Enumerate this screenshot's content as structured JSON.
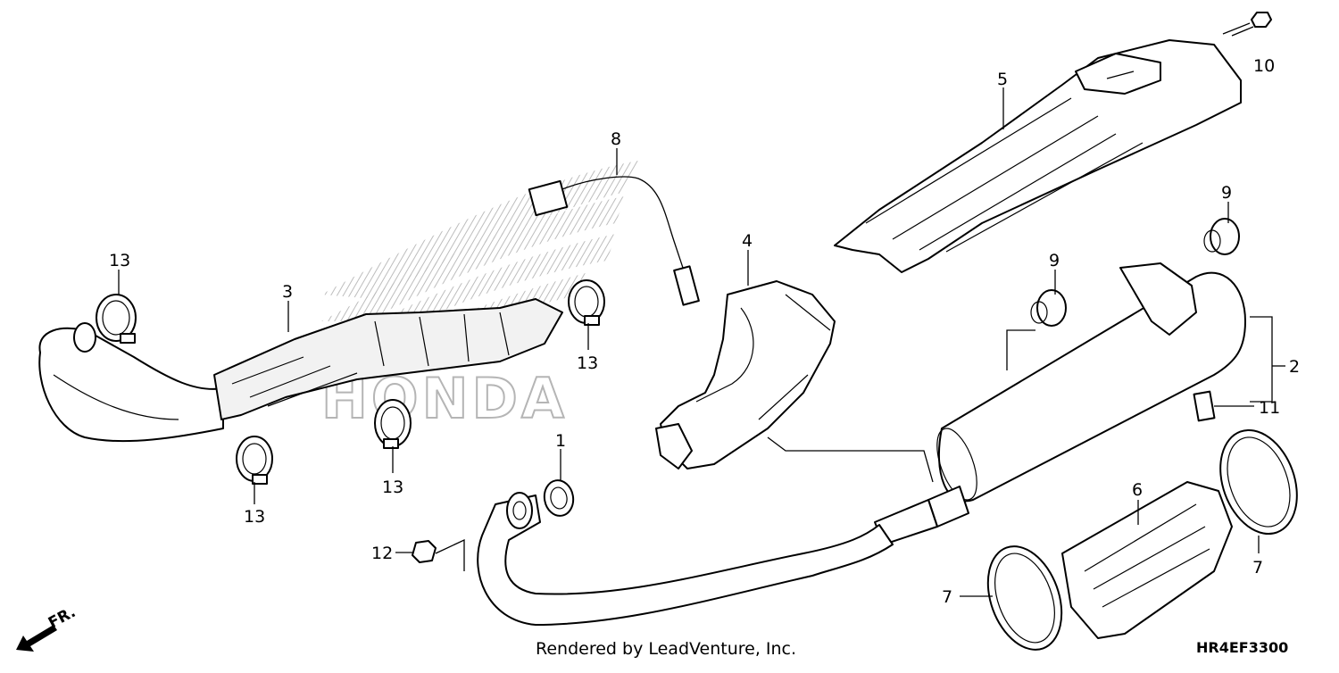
{
  "diagram": {
    "callouts": [
      {
        "id": "c1",
        "label": "1"
      },
      {
        "id": "c2",
        "label": "2"
      },
      {
        "id": "c3",
        "label": "3"
      },
      {
        "id": "c4",
        "label": "4"
      },
      {
        "id": "c5",
        "label": "5"
      },
      {
        "id": "c6",
        "label": "6"
      },
      {
        "id": "c7a",
        "label": "7"
      },
      {
        "id": "c7b",
        "label": "7"
      },
      {
        "id": "c8",
        "label": "8"
      },
      {
        "id": "c9a",
        "label": "9"
      },
      {
        "id": "c9b",
        "label": "9"
      },
      {
        "id": "c10",
        "label": "10"
      },
      {
        "id": "c11",
        "label": "11"
      },
      {
        "id": "c12",
        "label": "12"
      },
      {
        "id": "c13a",
        "label": "13"
      },
      {
        "id": "c13b",
        "label": "13"
      },
      {
        "id": "c13c",
        "label": "13"
      },
      {
        "id": "c13d",
        "label": "13"
      }
    ],
    "watermark": "HONDA",
    "direction_label": "FR.",
    "footer_text": "Rendered by LeadVenture, Inc.",
    "diagram_code": "HR4EF3300"
  }
}
